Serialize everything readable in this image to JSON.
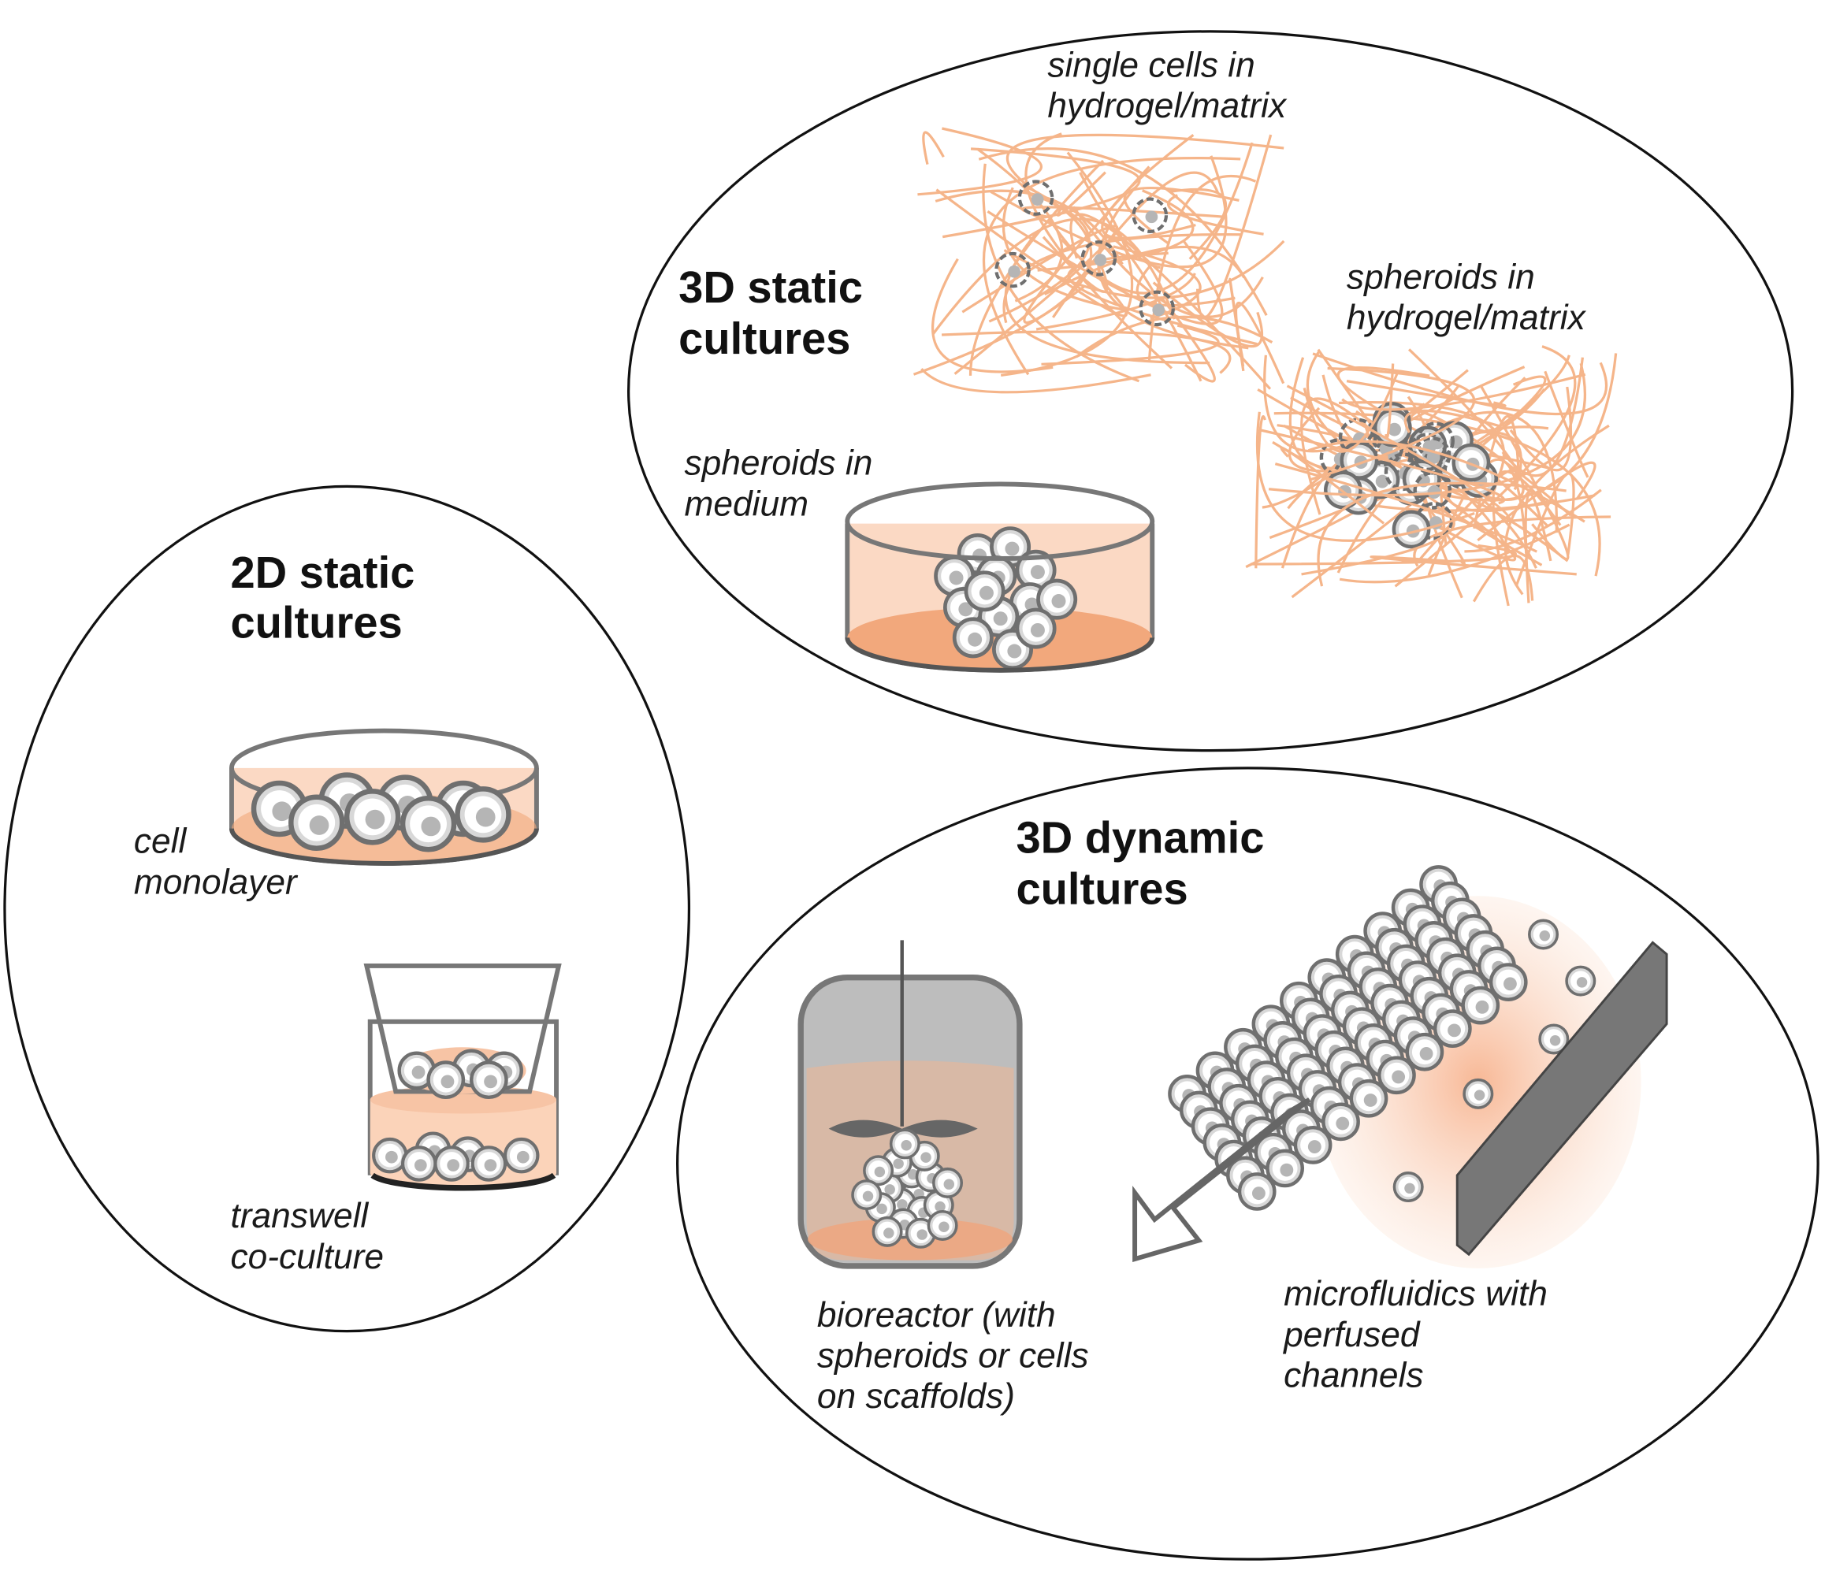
{
  "colors": {
    "medium": "#f7c9ab",
    "medium_dark": "#f2a87c",
    "fiber": "#f5b58a",
    "vessel": "#777777",
    "cell_fill": "#d8d8d8"
  },
  "panels": {
    "static_2d": {
      "title": [
        "2D static",
        "cultures"
      ],
      "monolayer_label": [
        "cell",
        "monolayer"
      ],
      "transwell_label": [
        "transwell",
        "co-culture"
      ]
    },
    "static_3d": {
      "title": [
        "3D static",
        "cultures"
      ],
      "single_cells_label": [
        "single cells in",
        "hydrogel/matrix"
      ],
      "spheroids_matrix_label": [
        "spheroids in",
        "hydrogel/matrix"
      ],
      "spheroids_medium_label": [
        "spheroids in",
        "medium"
      ]
    },
    "dynamic_3d": {
      "title": [
        "3D dynamic",
        "cultures"
      ],
      "bioreactor_label": [
        "bioreactor (with",
        "spheroids or cells",
        "on scaffolds)"
      ],
      "microfluidics_label": [
        "microfluidics with",
        "perfused",
        "channels"
      ]
    }
  }
}
